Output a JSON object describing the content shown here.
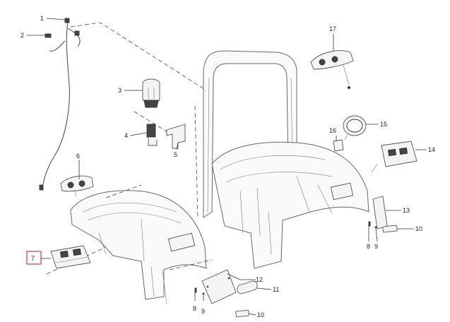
{
  "callouts": {
    "c1": "1",
    "c2": "2",
    "c3": "3",
    "c4": "4",
    "c5": "5",
    "c6": "6",
    "c7": "7",
    "c8a": "8",
    "c8b": "8",
    "c9a": "9",
    "c9b": "9",
    "c10a": "10",
    "c10b": "10",
    "c11": "11",
    "c12": "12",
    "c13": "13",
    "c14": "14",
    "c15": "15",
    "c16": "16",
    "c17": "17"
  },
  "colors": {
    "highlight": "#d9334a",
    "line": "#333333",
    "part_fill": "#f4f4f4"
  }
}
